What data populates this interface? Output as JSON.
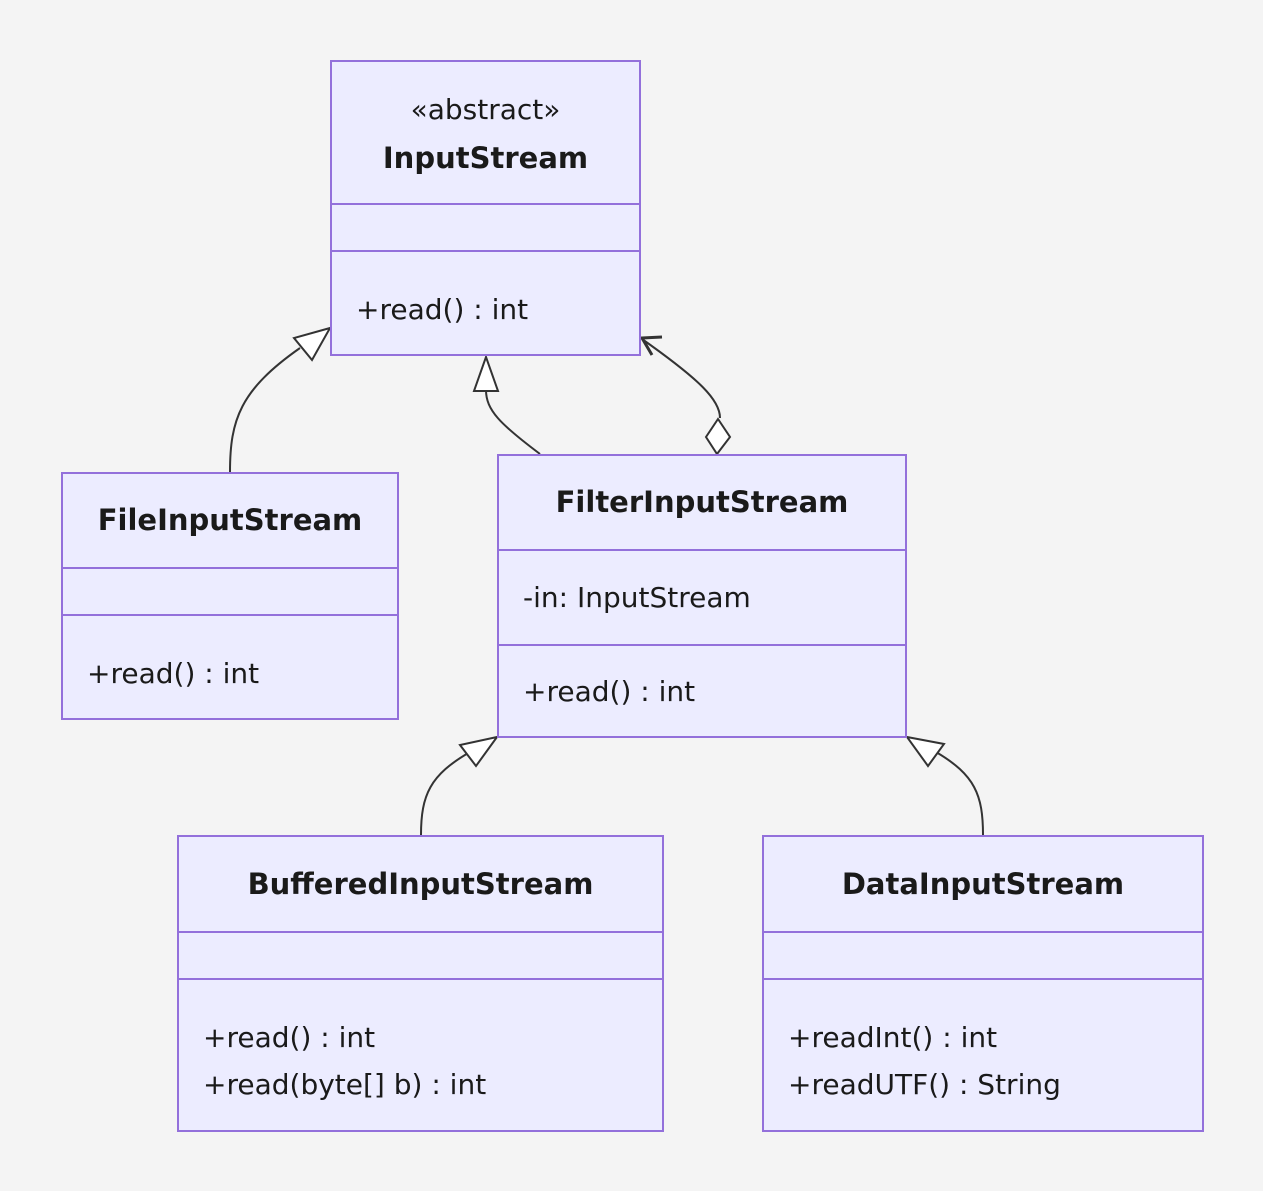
{
  "classes": {
    "input_stream": {
      "stereotype": "«abstract»",
      "name": "InputStream",
      "attributes": [],
      "methods": [
        "+read() : int"
      ]
    },
    "file_input_stream": {
      "name": "FileInputStream",
      "attributes": [],
      "methods": [
        "+read() : int"
      ]
    },
    "filter_input_stream": {
      "name": "FilterInputStream",
      "attributes": [
        "-in: InputStream"
      ],
      "methods": [
        "+read() : int"
      ]
    },
    "buffered_input_stream": {
      "name": "BufferedInputStream",
      "attributes": [],
      "methods": [
        "+read() : int",
        "+read(byte[] b) : int"
      ]
    },
    "data_input_stream": {
      "name": "DataInputStream",
      "attributes": [],
      "methods": [
        "+readInt() : int",
        "+readUTF() : String"
      ]
    }
  },
  "relationships": [
    {
      "from": "FileInputStream",
      "to": "InputStream",
      "type": "inheritance"
    },
    {
      "from": "FilterInputStream",
      "to": "InputStream",
      "type": "inheritance"
    },
    {
      "from": "FilterInputStream",
      "to": "InputStream",
      "type": "aggregation"
    },
    {
      "from": "BufferedInputStream",
      "to": "FilterInputStream",
      "type": "inheritance"
    },
    {
      "from": "DataInputStream",
      "to": "FilterInputStream",
      "type": "inheritance"
    }
  ],
  "colors": {
    "background": "#f4f4f4",
    "class_fill": "#ececff",
    "class_border": "#9370db",
    "edge": "#333333",
    "text": "#1a1a1a"
  }
}
